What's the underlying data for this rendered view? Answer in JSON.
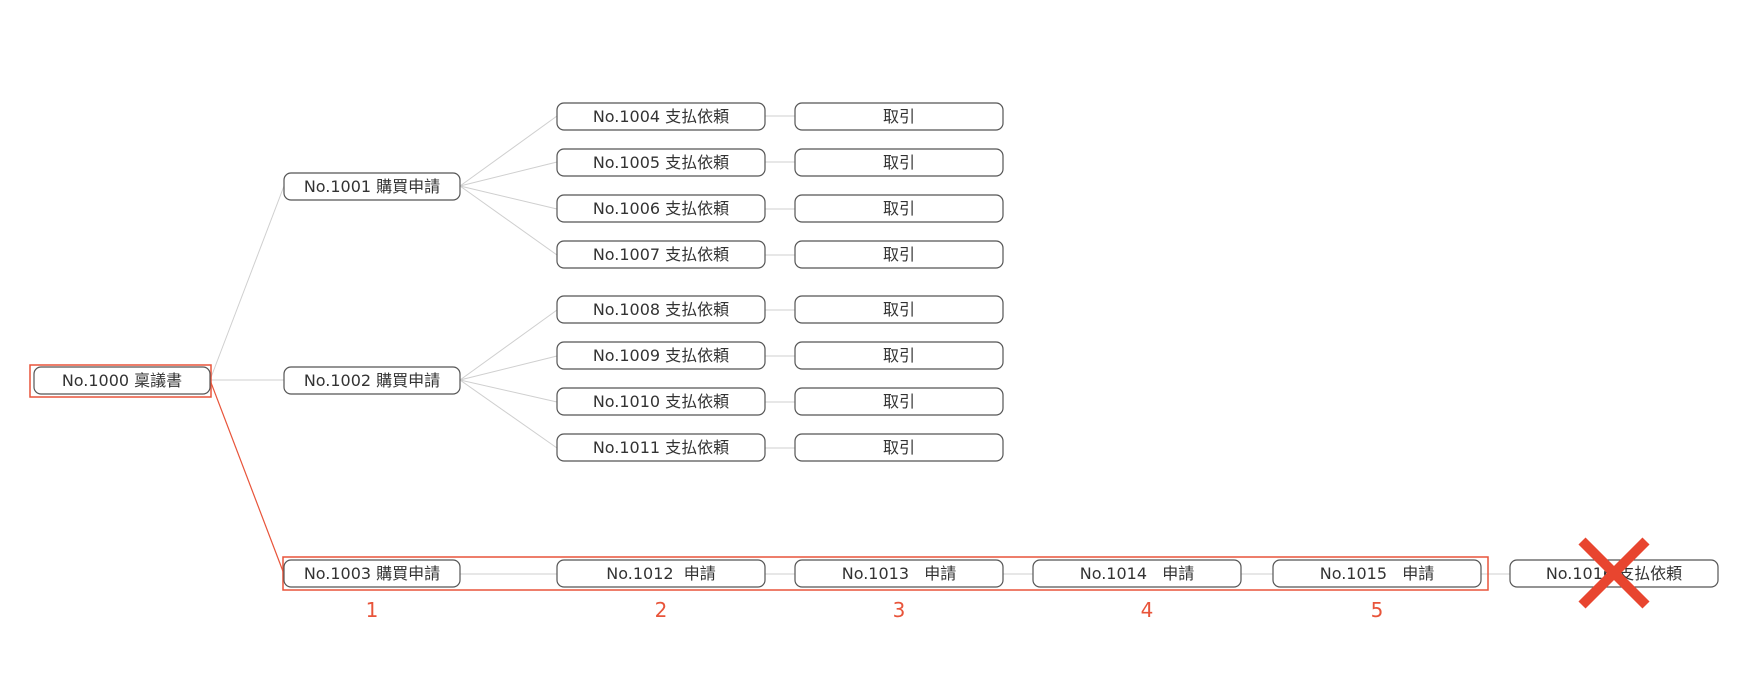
{
  "nodes": {
    "n1000": "No.1000 稟議書",
    "n1001": "No.1001 購買申請",
    "n1002": "No.1002 購買申請",
    "n1003": "No.1003 購買申請",
    "n1004": "No.1004 支払依頼",
    "n1005": "No.1005 支払依頼",
    "n1006": "No.1006 支払依頼",
    "n1007": "No.1007 支払依頼",
    "n1008": "No.1008 支払依頼",
    "n1009": "No.1009 支払依頼",
    "n1010": "No.1010 支払依頼",
    "n1011": "No.1011 支払依頼",
    "n1012": "No.1012  申請",
    "n1013": "No.1013   申請",
    "n1014": "No.1014   申請",
    "n1015": "No.1015   申請",
    "n1016": "No.1016 支払依頼",
    "trade": "取引"
  },
  "chain_markers": [
    "1",
    "2",
    "3",
    "4",
    "5"
  ],
  "colors": {
    "highlight": "#e8543a",
    "border": "#555555",
    "edge": "#cfcfcf",
    "text": "#333333"
  }
}
